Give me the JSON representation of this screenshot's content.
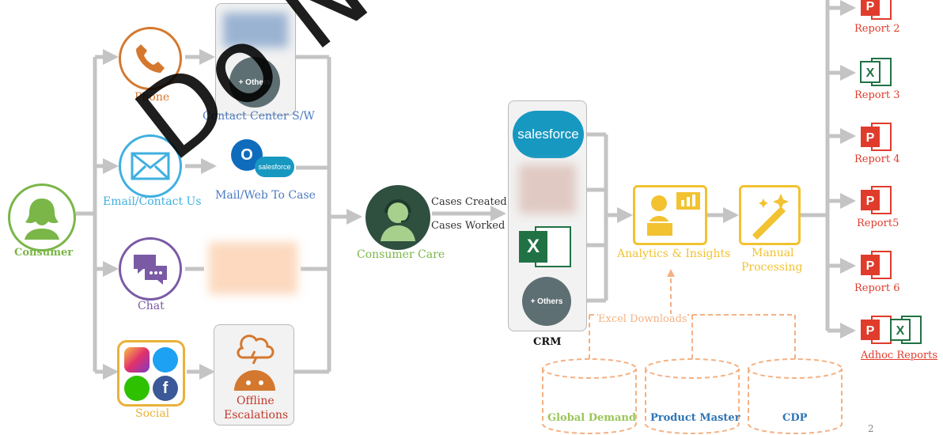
{
  "watermark": "Do N",
  "sources": {
    "consumer": "Consumer",
    "phone": "Phone",
    "email": "Email/Contact Us",
    "chat": "Chat",
    "social": "Social"
  },
  "channels": {
    "contact_center": "Contact Center S/W",
    "others_badge": "+ Others",
    "mail_web": "Mail/Web To Case",
    "salesforce_small": "salesforce",
    "offline_line1": "Offline",
    "offline_line2": "Escalations"
  },
  "care": {
    "label": "Consumer Care",
    "cases_created": "Cases Created",
    "cases_worked": "Cases Worked"
  },
  "crm": {
    "label": "CRM",
    "salesforce": "salesforce",
    "others_badge": "+ Others",
    "excel_letter": "X"
  },
  "analytics": {
    "label": "Analytics & Insights",
    "manual_line1": "Manual",
    "manual_line2": "Processing",
    "excel_downloads": "Excel Downloads"
  },
  "databases": [
    "Global Demand",
    "Product Master",
    "CDP"
  ],
  "reports": [
    "Report 2",
    "Report 3",
    "Report 4",
    "Report5",
    "Report 6",
    "Adhoc Reports"
  ],
  "page_number": "2",
  "colors": {
    "arrow": "#c4c4c4",
    "consumer": "#7ab648",
    "phone": "#d4782f",
    "email": "#3fb0e0",
    "chat": "#7a5aa5",
    "social": "#e8b23a",
    "analytics": "#f2c230",
    "db_border": "#f4b183",
    "report_red": "#e03c2c",
    "excel_green": "#207245",
    "care_dark": "#2f4f3f"
  }
}
